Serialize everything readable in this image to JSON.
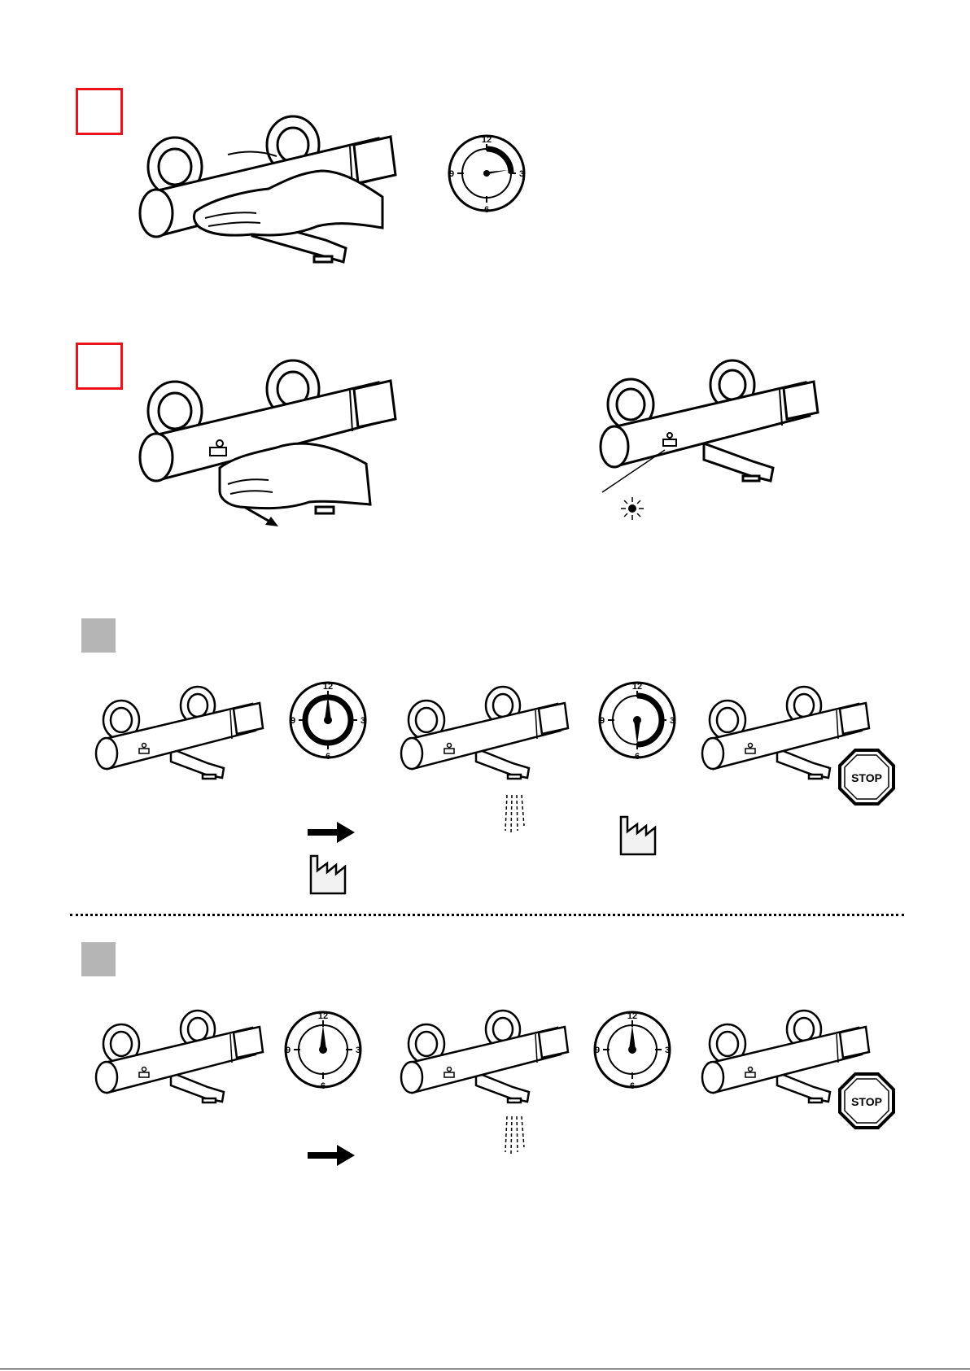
{
  "steps": [
    {
      "id": "step-1",
      "style": "red-outline",
      "color": "#e8141a"
    },
    {
      "id": "step-2",
      "style": "red-outline",
      "color": "#e8141a"
    },
    {
      "id": "step-3",
      "style": "grey-filled",
      "color": "#b5b5b5"
    },
    {
      "id": "step-4",
      "style": "grey-filled",
      "color": "#b5b5b5"
    }
  ],
  "dial_labels": {
    "top": "12",
    "right": "3",
    "bottom": "6",
    "left": "9"
  },
  "stop_sign": {
    "label": "STOP"
  },
  "icons": [
    "mixer-tap-icon",
    "hand-icon",
    "clock-dial-icon",
    "arrow-right-icon",
    "factory-icon",
    "stop-sign-icon",
    "water-spray-icon",
    "led-light-icon"
  ]
}
